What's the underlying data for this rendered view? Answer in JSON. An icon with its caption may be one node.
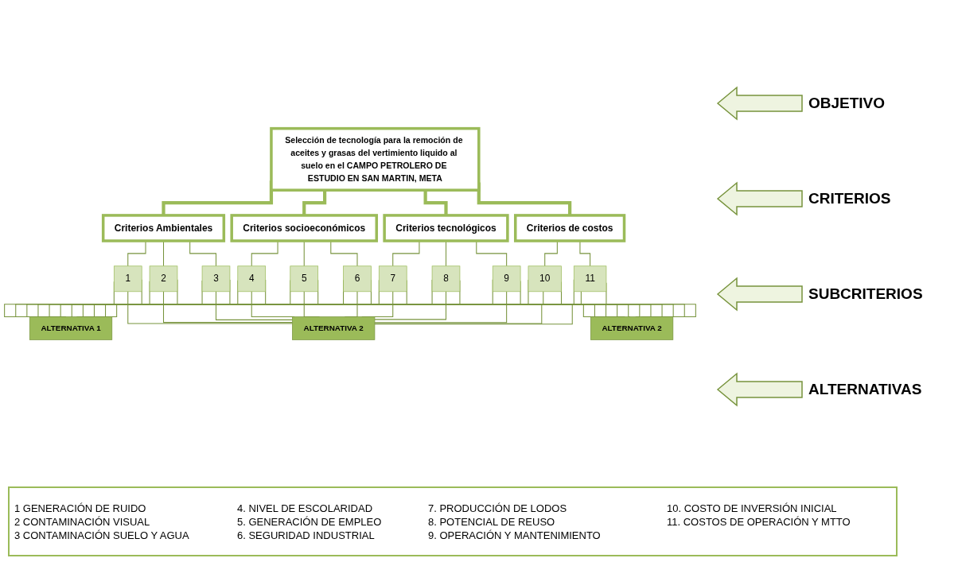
{
  "diagram": {
    "nodes": [
      {
        "text": [
          "Selección de tecnología para la remoción de aceites y grasas del vertimiento liquido al suelo en el CAMPO PETROLERO DE ESTUDIO EN SAN MARTIN, META"
        ]
      },
      {
        "text": [
          "Criterios Ambientales"
        ]
      },
      {
        "text": [
          "Criterios socioeconómicos"
        ]
      },
      {
        "text": [
          "Criterios tecnológicos"
        ]
      },
      {
        "text": [
          "Criterios de costos"
        ]
      },
      {
        "text": [
          "1"
        ]
      },
      {
        "text": [
          "2"
        ]
      },
      {
        "text": [
          "3"
        ]
      },
      {
        "text": [
          "4"
        ]
      },
      {
        "text": [
          "5"
        ]
      },
      {
        "text": [
          "6"
        ]
      },
      {
        "text": [
          "7"
        ]
      },
      {
        "text": [
          "8"
        ]
      },
      {
        "text": [
          "9"
        ]
      },
      {
        "text": [
          "10"
        ]
      },
      {
        "text": [
          "11"
        ]
      },
      {
        "text": [
          "ALTERNATIVA 1"
        ]
      },
      {
        "text": [
          "ALTERNATIVA 2"
        ]
      },
      {
        "text": [
          "ALTERNATIVA 2"
        ]
      }
    ],
    "edges": [
      {
        "from": 0,
        "to": 1,
        "arrow": "none",
        "style": "thick",
        "color": "#9bbb59"
      },
      {
        "from": 0,
        "to": 2,
        "arrow": "none",
        "style": "thick",
        "color": "#9bbb59"
      },
      {
        "from": 0,
        "to": 3,
        "arrow": "none",
        "style": "thick",
        "color": "#9bbb59"
      },
      {
        "from": 0,
        "to": 4,
        "arrow": "none",
        "style": "thick",
        "color": "#9bbb59"
      },
      {
        "from": 1,
        "to": 5,
        "arrow": "none"
      },
      {
        "from": 1,
        "to": 6,
        "arrow": "none"
      },
      {
        "from": 1,
        "to": 7,
        "arrow": "none"
      },
      {
        "from": 2,
        "to": 8,
        "arrow": "none"
      },
      {
        "from": 2,
        "to": 9,
        "arrow": "none"
      },
      {
        "from": 2,
        "to": 10,
        "arrow": "none"
      },
      {
        "from": 3,
        "to": 11,
        "arrow": "none"
      },
      {
        "from": 3,
        "to": 12,
        "arrow": "none"
      },
      {
        "from": 3,
        "to": 13,
        "arrow": "none"
      },
      {
        "from": 4,
        "to": 14,
        "arrow": "none"
      },
      {
        "from": 4,
        "to": 15,
        "arrow": "none"
      },
      {
        "from": 5,
        "to": 16,
        "arrow": "none"
      },
      {
        "from": 5,
        "to": 17,
        "arrow": "none"
      },
      {
        "from": 5,
        "to": 18,
        "arrow": "none"
      },
      {
        "from": 6,
        "to": 16,
        "arrow": "none"
      },
      {
        "from": 6,
        "to": 17,
        "arrow": "none"
      },
      {
        "from": 6,
        "to": 18,
        "arrow": "none"
      },
      {
        "from": 7,
        "to": 16,
        "arrow": "none"
      },
      {
        "from": 7,
        "to": 17,
        "arrow": "none"
      },
      {
        "from": 7,
        "to": 18,
        "arrow": "none"
      },
      {
        "from": 8,
        "to": 16,
        "arrow": "none"
      },
      {
        "from": 8,
        "to": 17,
        "arrow": "none"
      },
      {
        "from": 8,
        "to": 18,
        "arrow": "none"
      },
      {
        "from": 9,
        "to": 16,
        "arrow": "none"
      },
      {
        "from": 9,
        "to": 17,
        "arrow": "none"
      },
      {
        "from": 9,
        "to": 18,
        "arrow": "none"
      },
      {
        "from": 10,
        "to": 16,
        "arrow": "none"
      },
      {
        "from": 10,
        "to": 17,
        "arrow": "none"
      },
      {
        "from": 10,
        "to": 18,
        "arrow": "none"
      },
      {
        "from": 11,
        "to": 16,
        "arrow": "none"
      },
      {
        "from": 11,
        "to": 17,
        "arrow": "none"
      },
      {
        "from": 11,
        "to": 18,
        "arrow": "none"
      },
      {
        "from": 12,
        "to": 16,
        "arrow": "none"
      },
      {
        "from": 12,
        "to": 17,
        "arrow": "none"
      },
      {
        "from": 12,
        "to": 18,
        "arrow": "none"
      },
      {
        "from": 13,
        "to": 16,
        "arrow": "none"
      },
      {
        "from": 13,
        "to": 17,
        "arrow": "none"
      },
      {
        "from": 13,
        "to": 18,
        "arrow": "none"
      },
      {
        "from": 14,
        "to": 16,
        "arrow": "none"
      },
      {
        "from": 14,
        "to": 17,
        "arrow": "none"
      },
      {
        "from": 14,
        "to": 18,
        "arrow": "none"
      },
      {
        "from": 15,
        "to": 16,
        "arrow": "none"
      },
      {
        "from": 15,
        "to": 17,
        "arrow": "none"
      },
      {
        "from": 15,
        "to": 18,
        "arrow": "none"
      }
    ],
    "labels": [
      "OBJETIVO",
      "CRITERIOS",
      "SUBCRITERIOS",
      "ALTERNATIVAS",
      "1 GENERACIÓN DE RUIDO",
      "4. NIVEL DE ESCOLARIDAD",
      "7. PRODUCCIÓN DE LODOS",
      "10. COSTO DE INVERSIÓN INICIAL",
      "2 CONTAMINACIÓN VISUAL",
      "5. GENERACIÓN DE EMPLEO",
      "8. POTENCIAL DE REUSO",
      "11. COSTOS DE OPERACIÓN Y MTTO",
      "3 CONTAMINACIÓN SUELO Y AGUA",
      "6. SEGURIDAD INDUSTRIAL",
      "9. OPERACIÓN Y MANTENIMIENTO"
    ]
  }
}
